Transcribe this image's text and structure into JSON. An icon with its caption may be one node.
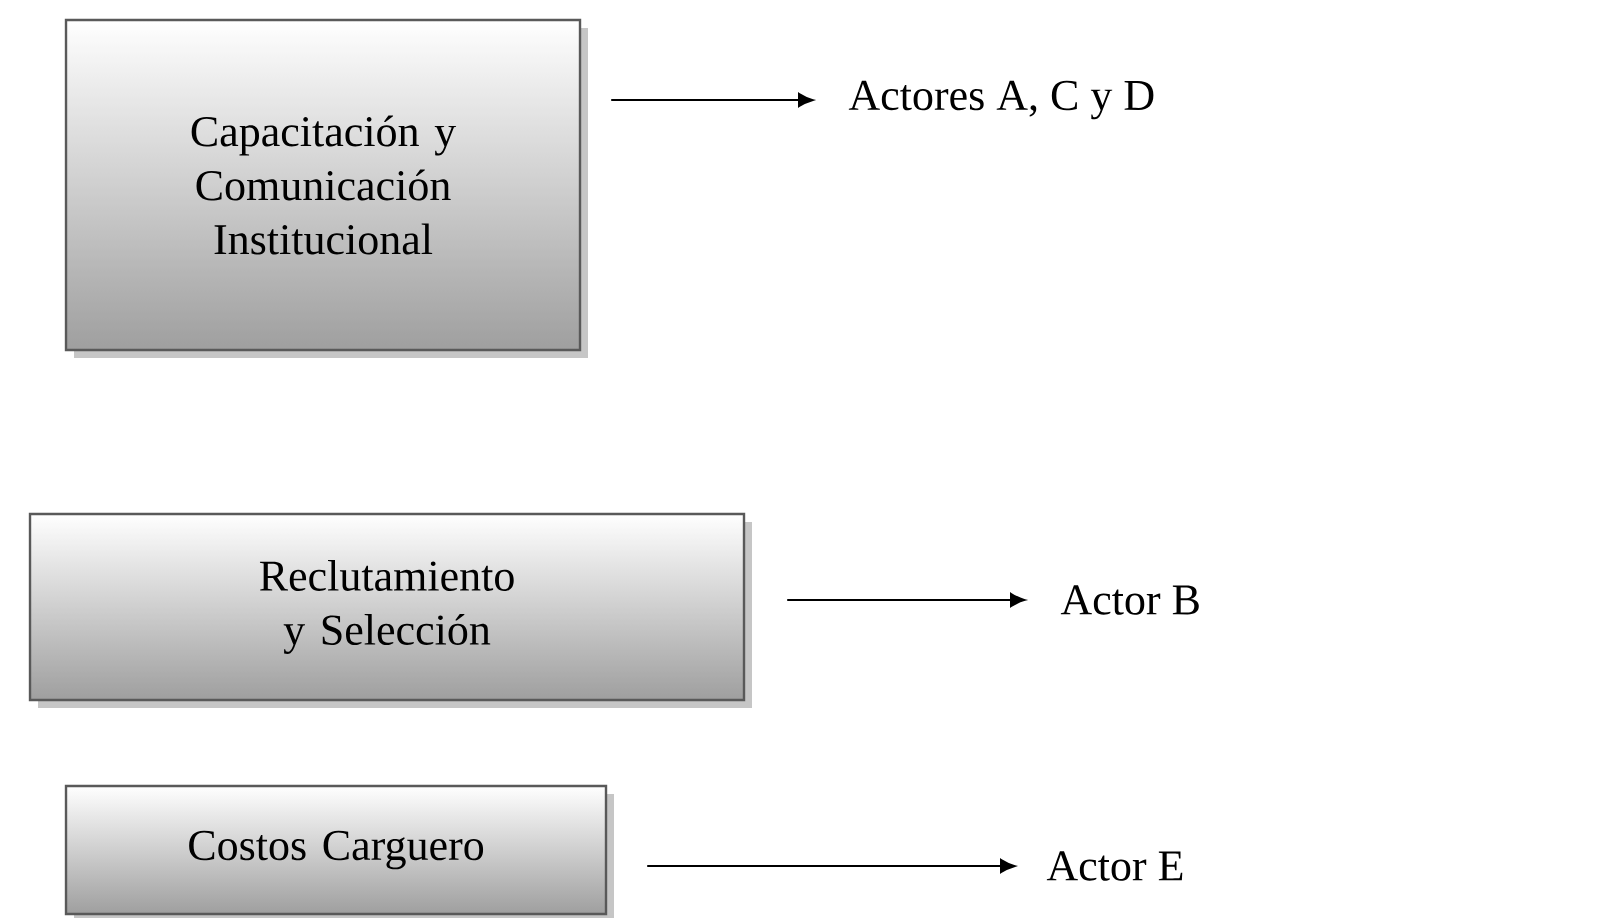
{
  "diagram": {
    "nodes": [
      {
        "text": [
          "Capacitación y Comunicación Institucional"
        ]
      },
      {
        "text": [
          "Actores A, C y D"
        ]
      },
      {
        "text": [
          "Reclutamiento y Selección"
        ]
      },
      {
        "text": [
          "Actor B"
        ]
      },
      {
        "text": [
          "Costos Carguero"
        ]
      },
      {
        "text": [
          "Actor E"
        ]
      }
    ],
    "edges": [
      {
        "from": 0,
        "to": 1,
        "arrow": "to"
      },
      {
        "from": 2,
        "to": 3,
        "arrow": "to"
      },
      {
        "from": 4,
        "to": 5,
        "arrow": "to"
      }
    ]
  }
}
